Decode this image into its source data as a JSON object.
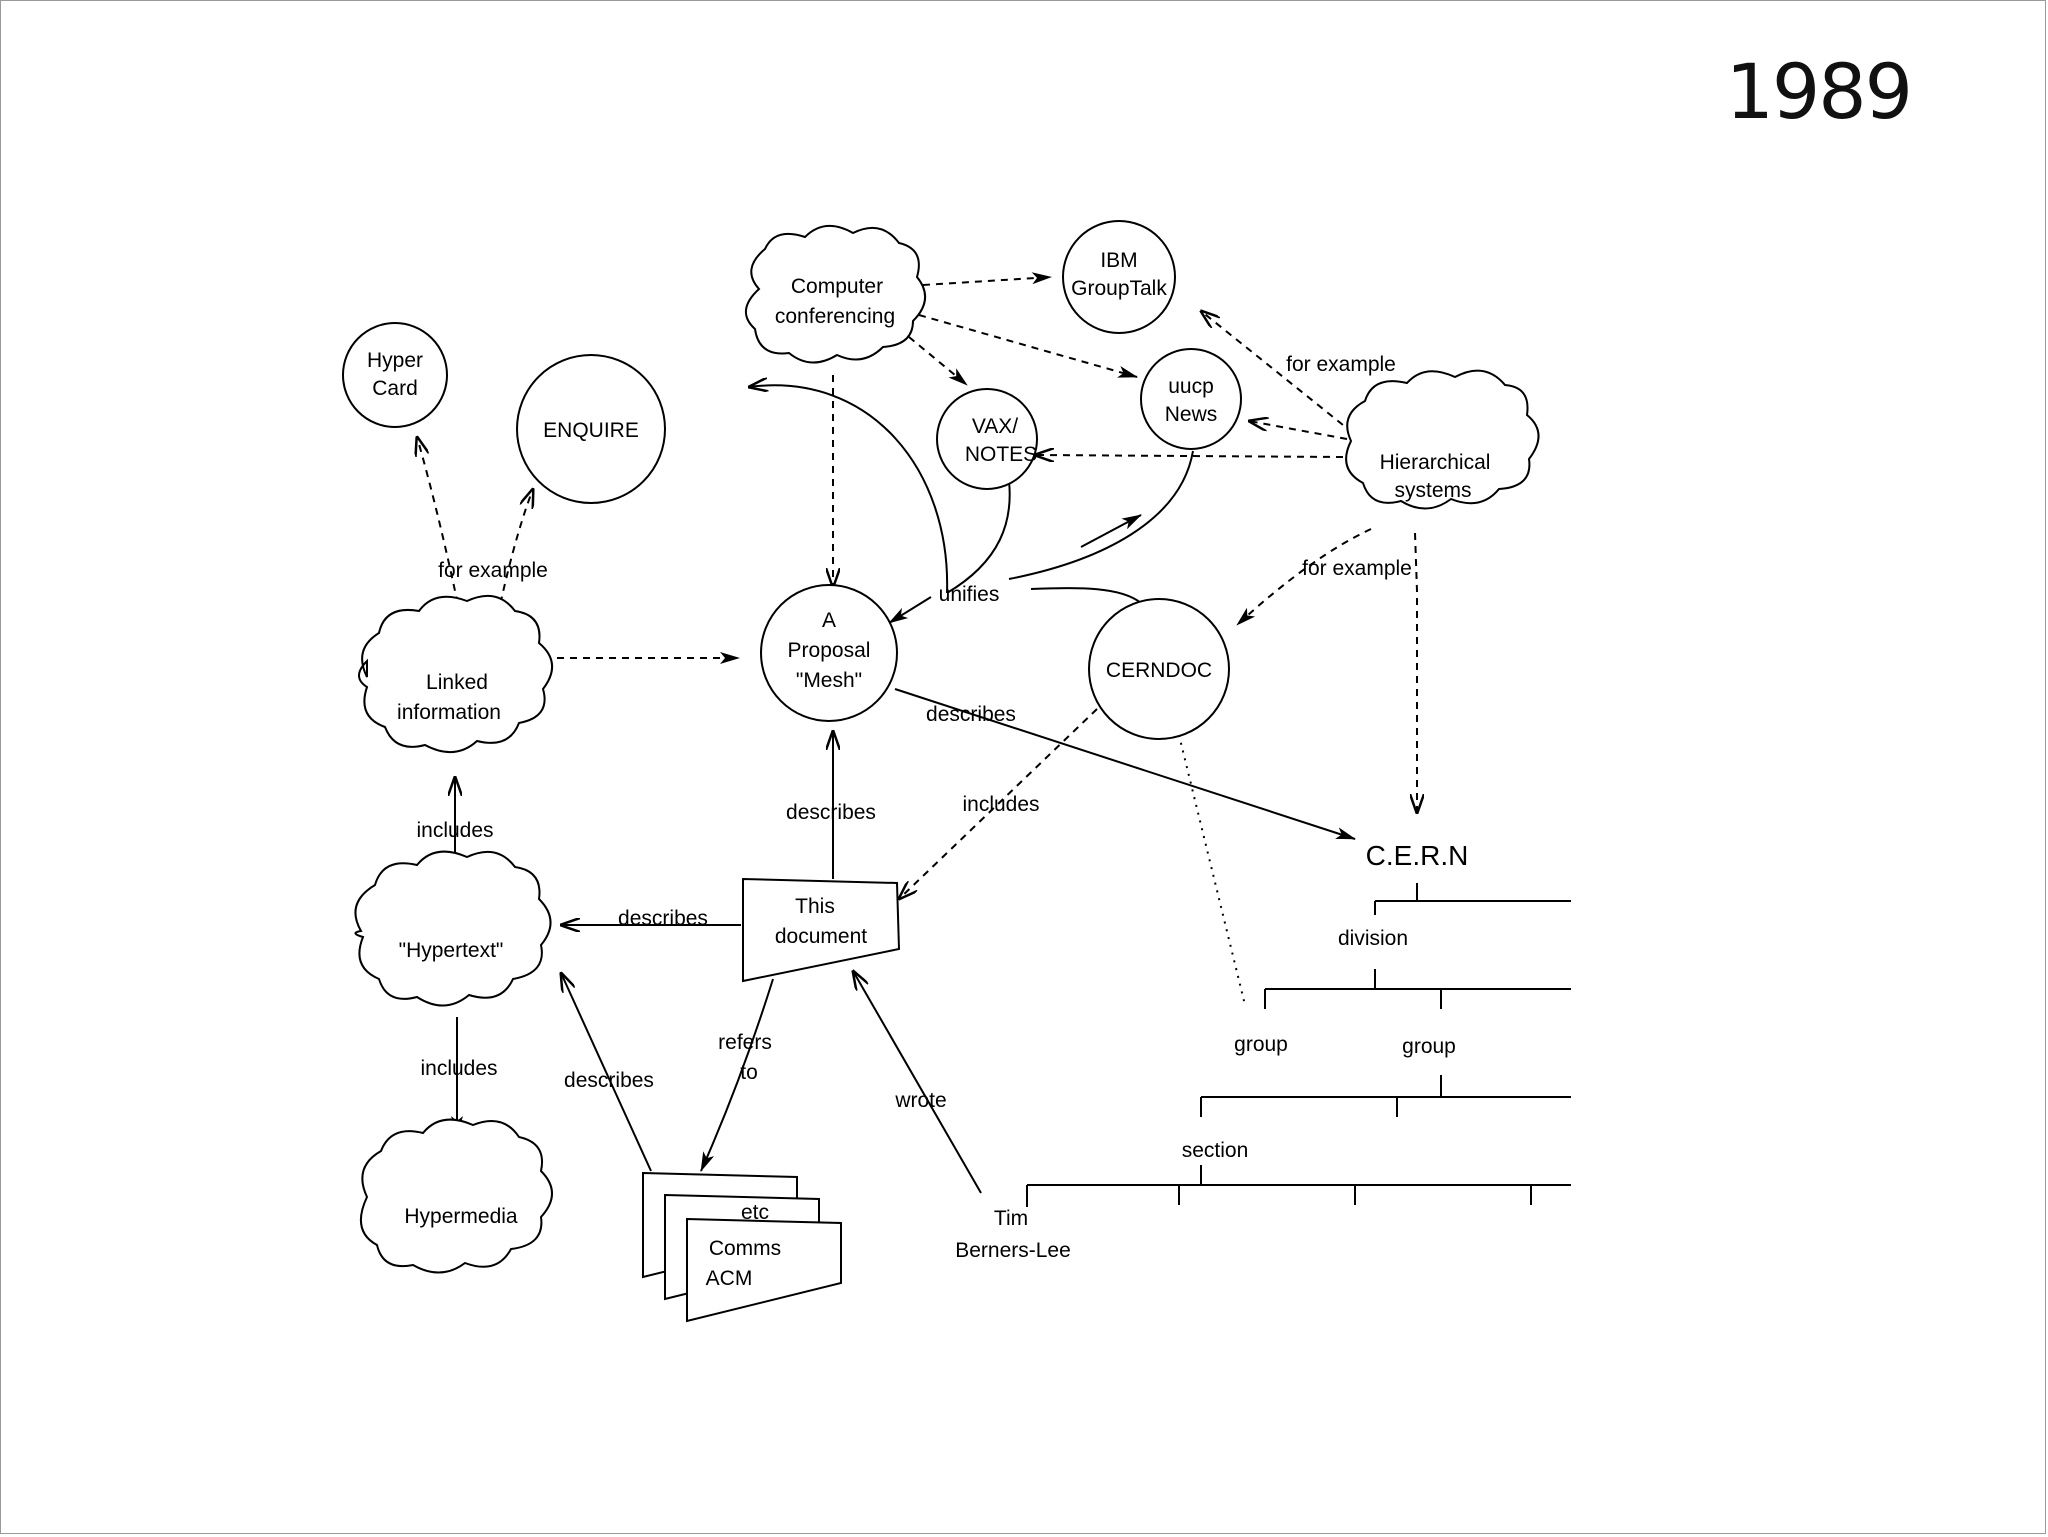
{
  "title": "1989",
  "nodes": [
    {
      "id": "hypercard",
      "shape": "circle",
      "lines": [
        "Hyper",
        "Card"
      ]
    },
    {
      "id": "enquire",
      "shape": "circle",
      "lines": [
        "ENQUIRE"
      ]
    },
    {
      "id": "computer-conferencing",
      "shape": "cloud",
      "lines": [
        "Computer",
        "conferencing"
      ]
    },
    {
      "id": "ibm-grouptalk",
      "shape": "circle",
      "lines": [
        "IBM",
        "GroupTalk"
      ]
    },
    {
      "id": "uucp-news",
      "shape": "circle",
      "lines": [
        "uucp",
        "News"
      ]
    },
    {
      "id": "vax-notes",
      "shape": "circle",
      "lines": [
        "VAX/",
        "NOTES"
      ]
    },
    {
      "id": "hierarchical-systems",
      "shape": "cloud",
      "lines": [
        "Hierarchical",
        "systems"
      ]
    },
    {
      "id": "linked-information",
      "shape": "cloud",
      "lines": [
        "Linked",
        "information"
      ]
    },
    {
      "id": "mesh-proposal",
      "shape": "circle",
      "lines": [
        "A",
        "Proposal",
        "\"Mesh\""
      ]
    },
    {
      "id": "cerndoc",
      "shape": "circle",
      "lines": [
        "CERNDOC"
      ]
    },
    {
      "id": "hypertext",
      "shape": "cloud",
      "lines": [
        "\"Hypertext\""
      ]
    },
    {
      "id": "this-document",
      "shape": "document",
      "lines": [
        "This",
        "document"
      ]
    },
    {
      "id": "hypermedia",
      "shape": "cloud",
      "lines": [
        "Hypermedia"
      ]
    },
    {
      "id": "comms-acm",
      "shape": "document-stack",
      "lines": [
        "Comms",
        "ACM"
      ],
      "stack_label": "etc"
    },
    {
      "id": "tim-berners-lee",
      "shape": "text",
      "lines": [
        "Tim",
        "Berners-Lee"
      ]
    },
    {
      "id": "cern",
      "shape": "text",
      "lines": [
        "C.E.R.N"
      ]
    }
  ],
  "edge_labels": {
    "for_example_left": "for example",
    "for_example_top_right": "for example",
    "for_example_right": "for example",
    "unifies": "unifies",
    "describes_cern": "describes",
    "describes_mesh": "describes",
    "describes_hypertext": "describes",
    "describes_comms": "describes",
    "includes_linked": "includes",
    "includes_hypermedia": "includes",
    "includes_cerndoc": "includes",
    "refers_to": [
      "refers",
      "to"
    ],
    "wrote": "wrote"
  },
  "org_chart": {
    "division": "division",
    "group_1": "group",
    "group_2": "group",
    "section": "section"
  },
  "edges": [
    {
      "from": "linked-information",
      "to": "hypercard",
      "style": "dashed",
      "label": "for example"
    },
    {
      "from": "linked-information",
      "to": "enquire",
      "style": "dashed",
      "label": "for example"
    },
    {
      "from": "linked-information",
      "to": "mesh-proposal",
      "style": "dashed"
    },
    {
      "from": "computer-conferencing",
      "to": "ibm-grouptalk",
      "style": "dashed"
    },
    {
      "from": "computer-conferencing",
      "to": "uucp-news",
      "style": "dashed"
    },
    {
      "from": "computer-conferencing",
      "to": "vax-notes",
      "style": "dashed"
    },
    {
      "from": "computer-conferencing",
      "to": "mesh-proposal",
      "style": "dashed"
    },
    {
      "from": "hierarchical-systems",
      "to": "ibm-grouptalk",
      "style": "dashed",
      "label": "for example"
    },
    {
      "from": "hierarchical-systems",
      "to": "uucp-news",
      "style": "dashed"
    },
    {
      "from": "hierarchical-systems",
      "to": "vax-notes",
      "style": "dashed"
    },
    {
      "from": "hierarchical-systems",
      "to": "cerndoc",
      "style": "dashed",
      "label": "for example"
    },
    {
      "from": "hierarchical-systems",
      "to": "cern",
      "style": "dashed"
    },
    {
      "from": "mesh-proposal",
      "to": "enquire",
      "style": "solid",
      "label": "unifies"
    },
    {
      "from": "mesh-proposal",
      "to": "cern",
      "style": "solid",
      "label": "describes"
    },
    {
      "from": "this-document",
      "to": "mesh-proposal",
      "style": "solid",
      "label": "describes"
    },
    {
      "from": "this-document",
      "to": "hypertext",
      "style": "solid",
      "label": "describes"
    },
    {
      "from": "this-document",
      "to": "comms-acm",
      "style": "solid",
      "label": "refers to"
    },
    {
      "from": "cerndoc",
      "to": "this-document",
      "style": "dashed",
      "label": "includes"
    },
    {
      "from": "hypertext",
      "to": "linked-information",
      "style": "solid",
      "label": "includes"
    },
    {
      "from": "hypertext",
      "to": "hypermedia",
      "style": "solid",
      "label": "includes"
    },
    {
      "from": "comms-acm",
      "to": "hypertext",
      "style": "solid",
      "label": "describes"
    },
    {
      "from": "tim-berners-lee",
      "to": "this-document",
      "style": "solid",
      "label": "wrote"
    }
  ]
}
